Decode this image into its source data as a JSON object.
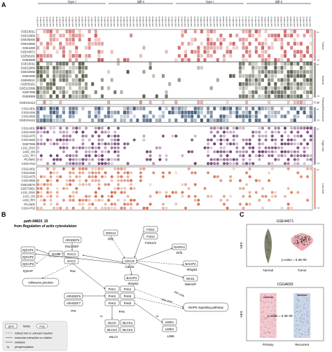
{
  "panel_labels": {
    "a": "A",
    "b": "B",
    "c": "C"
  },
  "heatmap": {
    "col_groups": [
      {
        "label": "Type I",
        "n": 22
      },
      {
        "label": "Iββ II",
        "n": 21
      },
      {
        "label": "Type I",
        "n": 22
      },
      {
        "label": "Iββ II",
        "n": 21
      }
    ],
    "col_prefix": "path:0481",
    "blocks": [
      {
        "side_label": "Tumor",
        "color": "#c85a5a",
        "style": "square",
        "rows": [
          "GSE16011",
          "GSE22866",
          "GSE35493",
          "GSE42656",
          "GSE4290",
          "GSE44671",
          "GSE50161",
          "GSE9385"
        ]
      },
      {
        "side_label": "Normal",
        "color": "#565a45",
        "style": "square",
        "rows": [
          "GSE16011",
          "GSE22866",
          "GSE42656",
          "GSE4290",
          "GSE50021",
          "GSE50161",
          "GSE11339b",
          "GSE7696",
          "GSE9385"
        ]
      },
      {
        "side_label": "Primary",
        "color": "#d09090",
        "style": "square",
        "rows": [
          "GSE101113"
        ]
      },
      {
        "side_label": "Recurrence",
        "color": "#3d5a7a",
        "style": "square",
        "rows": [
          "CGGA301",
          "CGGA325",
          "CGGA693",
          "GSE101113"
        ]
      },
      {
        "side_label": "High-risk",
        "color": "#6e3a6e",
        "style": "dot",
        "rows": [
          "CGGA301",
          "CGGA325",
          "CGGA475",
          "CGGA693",
          "GSE7696",
          "LGG_DSS",
          "LGG_OS",
          "LGG_PFI",
          "PCAWG",
          "CGGA702"
        ]
      },
      {
        "side_label": "Low-risk",
        "color": "#d86a4a",
        "style": "dot",
        "rows": [
          "CGGA301",
          "CGGA325",
          "CGGA475",
          "CGGA693",
          "GSE42670",
          "GSE72951",
          "LGG_DSS",
          "LGG_OS",
          "LGG_PFI",
          "PCAWG",
          "CGGA702"
        ]
      }
    ],
    "legend_ticks": [
      "10",
      "-10"
    ]
  },
  "pathway": {
    "title_line1": "path:04810_15",
    "title_line2": "from Regulation of actin cytoskeleton",
    "genes": {
      "IQGAP1": "IQGAP1",
      "IQGAP2": "IQGAP2",
      "IQGAP3": "IQGAP3",
      "IQGAP": "IQGAP",
      "ARHGEF6a": "ARHGEF6",
      "Rac1GEF": "Rac1GEF",
      "RAC1": "RAC1",
      "RAC2": "RAC2",
      "RAC3": "RAC3",
      "Rac": "Rac",
      "GNG12": "GNG12",
      "Gby": "Gβγ",
      "FGD1": "FGD1",
      "FGD3": "FGD3",
      "FGD13": "FGD1/3",
      "DIAPH3": "DIAPH3",
      "Dril3": "Drf3",
      "CDC42": "CDC42",
      "Cdc42": "Cdc42",
      "BAIAP2a": "BAIAP2",
      "IRSp53a": "IRSp53",
      "BAIAP2b": "BAIAP2",
      "IRSp53b": "IRSp53",
      "WASL": "WASL",
      "NWASP": "NWASP",
      "ARHGEF6b": "ARHGEF6",
      "ARHGEF7": "ARHGEF7",
      "PIX": "PIX",
      "PAK1": "PAK1",
      "PAK2": "PAK2",
      "PAK3": "PAK3",
      "PAK4": "PAK4",
      "PAK6": "PAK6",
      "PAK5": "PAK5",
      "PAK": "PAK",
      "MLCK": "MLCK",
      "MLCK2": "MLCK2",
      "MLCK3": "MLCK3",
      "MLCK4": "MLCK4",
      "MLC2": "MLC2",
      "LIMK1": "LIMK1",
      "LIMK2": "LIMK2",
      "LIMK": "LIMK"
    },
    "adherens": "Adherens junction",
    "mapk": "MAPK signaling pathway",
    "jnk1": "JNK-JUN",
    "jnk2": "JNK-JUN",
    "plus_p": "+p",
    "legend": {
      "gene": "gene",
      "family": "family",
      "map": "map",
      "indirect": "indirect link or unknown reaction",
      "molecular": "molecular interaction or relation",
      "inhibition": "inhibition",
      "phos": "phosphorylation",
      "phos_sym": "+p"
    }
  },
  "violin1": {
    "title": "GSE44671",
    "ylabel": "NES",
    "groups": [
      "Normal",
      "Tumor"
    ],
    "pvalue": "p-value = 6.3E-06",
    "colors": [
      "#6b6b55",
      "#e8a0a8"
    ]
  },
  "violin2": {
    "title": "CGGA693",
    "ylabel": "NES",
    "groups": [
      "Primary",
      "Recurrent"
    ],
    "pvalue": "p-value = 6.3E-08",
    "colors": [
      "#e6a8b0",
      "#a8bcd8"
    ]
  }
}
